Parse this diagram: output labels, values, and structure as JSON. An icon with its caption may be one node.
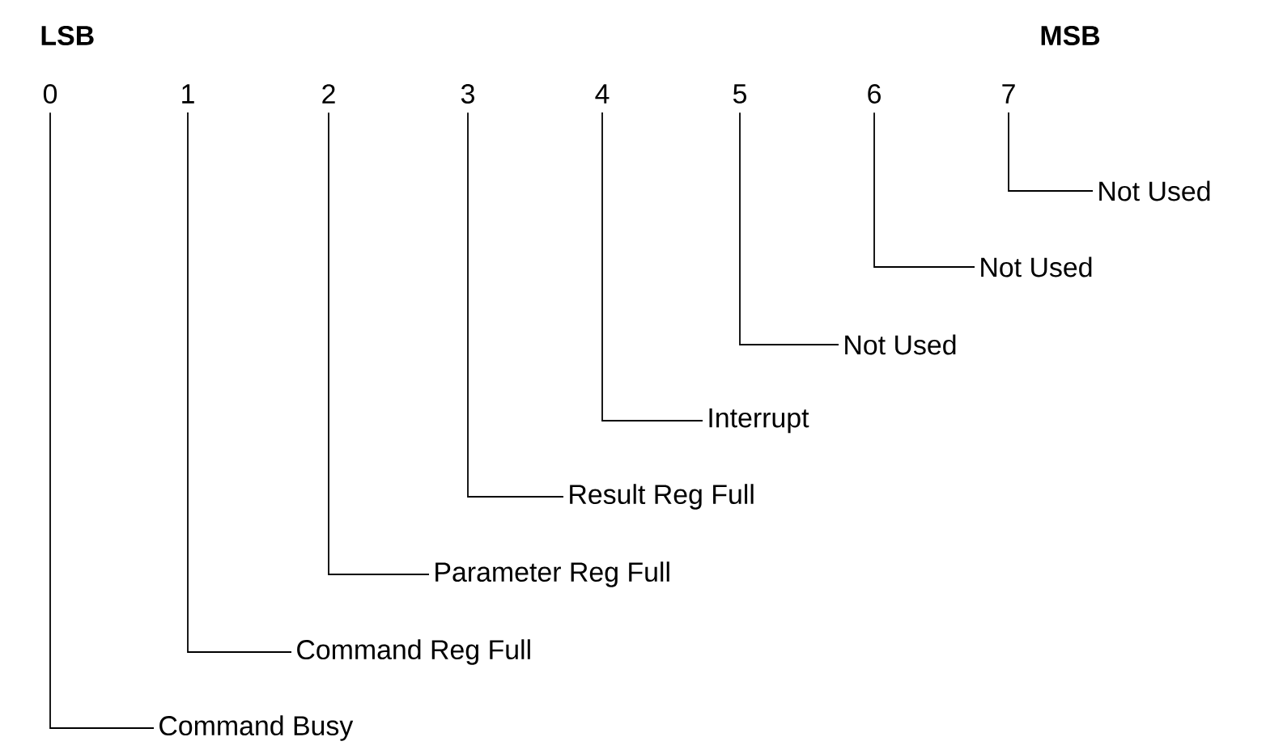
{
  "diagram": {
    "nodes": [
      {
        "text": [
          "0"
        ]
      },
      {
        "text": [
          "1"
        ]
      },
      {
        "text": [
          "2"
        ]
      },
      {
        "text": [
          "3"
        ]
      },
      {
        "text": [
          "4"
        ]
      },
      {
        "text": [
          "5"
        ]
      },
      {
        "text": [
          "6"
        ]
      },
      {
        "text": [
          "7"
        ]
      },
      {
        "text": [
          "Command Busy"
        ]
      },
      {
        "text": [
          "Command Reg Full"
        ]
      },
      {
        "text": [
          "Parameter Reg Full"
        ]
      },
      {
        "text": [
          "Result Reg Full"
        ]
      },
      {
        "text": [
          "Interrupt"
        ]
      },
      {
        "text": [
          "Not Used"
        ]
      },
      {
        "text": [
          "Not Used"
        ]
      },
      {
        "text": [
          "Not Used"
        ]
      }
    ],
    "edges": [
      {
        "from": 0,
        "to": 8,
        "arrow": "none"
      },
      {
        "from": 1,
        "to": 9,
        "arrow": "none"
      },
      {
        "from": 2,
        "to": 10,
        "arrow": "none"
      },
      {
        "from": 3,
        "to": 11,
        "arrow": "none"
      },
      {
        "from": 4,
        "to": 12,
        "arrow": "none"
      },
      {
        "from": 5,
        "to": 13,
        "arrow": "none"
      },
      {
        "from": 6,
        "to": 14,
        "arrow": "none"
      },
      {
        "from": 7,
        "to": 15,
        "arrow": "none"
      }
    ],
    "labels": [
      "LSB",
      "MSB"
    ]
  }
}
